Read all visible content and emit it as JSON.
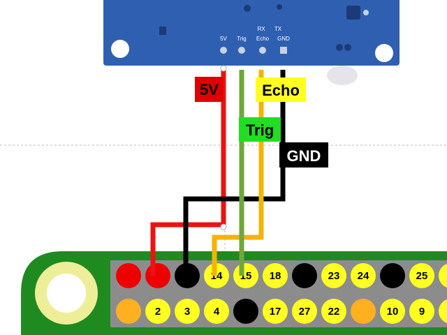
{
  "sensor_board": {
    "header_labels_top": [
      "RX",
      "TX"
    ],
    "header_labels": [
      "5V",
      "Trig",
      "Echo",
      "GND"
    ],
    "board_color": "#2f5fb0"
  },
  "wire_labels": {
    "five_v": "5V",
    "trig": "Trig",
    "echo": "Echo",
    "gnd": "GND"
  },
  "wire_colors": {
    "five_v": "#ee1111",
    "trig": "#6fa83a",
    "echo": "#f5b400",
    "gnd": "#000000"
  },
  "label_colors": {
    "five_v_bg": "#e00000",
    "trig_bg": "#22dd22",
    "echo_bg": "#ffff22",
    "gnd_bg": "#000000"
  },
  "header_board": {
    "board_color": "#1f8a1f",
    "strip_color": "#8c8c8c",
    "mount_hole_color": "#eeee99",
    "top_row": [
      {
        "label": "",
        "color": "#ee0000"
      },
      {
        "label": "",
        "color": "#ee0000"
      },
      {
        "label": "",
        "color": "#000000"
      },
      {
        "label": "14",
        "color": "#ffff22"
      },
      {
        "label": "15",
        "color": "#ffff22"
      },
      {
        "label": "18",
        "color": "#ffff22"
      },
      {
        "label": "",
        "color": "#000000"
      },
      {
        "label": "23",
        "color": "#ffff22"
      },
      {
        "label": "24",
        "color": "#ffff22"
      },
      {
        "label": "",
        "color": "#000000"
      },
      {
        "label": "25",
        "color": "#ffff22"
      },
      {
        "label": "",
        "color": "#ffff22"
      }
    ],
    "bottom_row": [
      {
        "label": "",
        "color": "#ffb020"
      },
      {
        "label": "2",
        "color": "#ffff22"
      },
      {
        "label": "3",
        "color": "#ffff22"
      },
      {
        "label": "4",
        "color": "#ffff22"
      },
      {
        "label": "",
        "color": "#000000"
      },
      {
        "label": "17",
        "color": "#ffff22"
      },
      {
        "label": "27",
        "color": "#ffff22"
      },
      {
        "label": "22",
        "color": "#ffff22"
      },
      {
        "label": "",
        "color": "#ffb020"
      },
      {
        "label": "10",
        "color": "#ffff22"
      },
      {
        "label": "9",
        "color": "#ffff22"
      },
      {
        "label": "",
        "color": "#ffff22"
      }
    ]
  }
}
